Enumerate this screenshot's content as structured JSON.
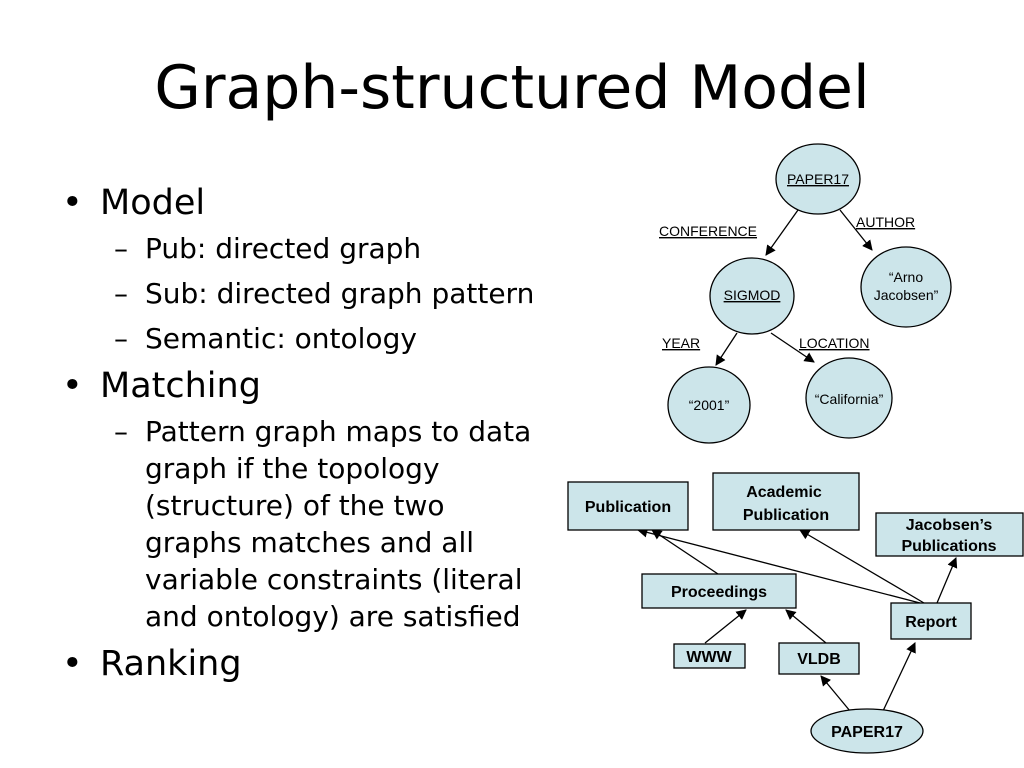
{
  "slide": {
    "title": "Graph-structured Model",
    "bullets": [
      {
        "text": "Model",
        "subs": [
          "Pub: directed graph",
          "Sub: directed graph pattern",
          "Semantic: ontology"
        ]
      },
      {
        "text": "Matching",
        "subs": [
          "Pattern graph maps to data graph if the topology (structure) of the two graphs matches and all variable constraints (literal and ontology) are satisfied"
        ]
      },
      {
        "text": "Ranking",
        "subs": []
      }
    ],
    "matching_sub_lines": [
      "Pattern graph maps to data",
      "graph if the topology",
      "(structure) of the two",
      "graphs matches and all",
      "variable constraints (literal",
      "and ontology) are satisfied"
    ],
    "bullet_mark": "•",
    "dash_mark": "–"
  },
  "graph": {
    "nodes": {
      "paper": "PAPER17",
      "sigmod": "SIGMOD",
      "arno_line1": "“Arno",
      "arno_line2": "Jacobsen”",
      "year2001": "“2001”",
      "california": "“California”"
    },
    "edges": {
      "conference": "CONFERENCE",
      "author": "AUTHOR",
      "year": "YEAR",
      "location": "LOCATION"
    }
  },
  "ontology": {
    "publication": "Publication",
    "academic_line1": "Academic",
    "academic_line2": "Publication",
    "jacobsens_line1": "Jacobsen’s",
    "jacobsens_line2": "Publications",
    "proceedings": "Proceedings",
    "report": "Report",
    "www": "WWW",
    "vldb": "VLDB",
    "paper": "PAPER17"
  },
  "colors": {
    "node_fill": "#cce5ea",
    "stroke": "#000000",
    "background": "#ffffff"
  }
}
